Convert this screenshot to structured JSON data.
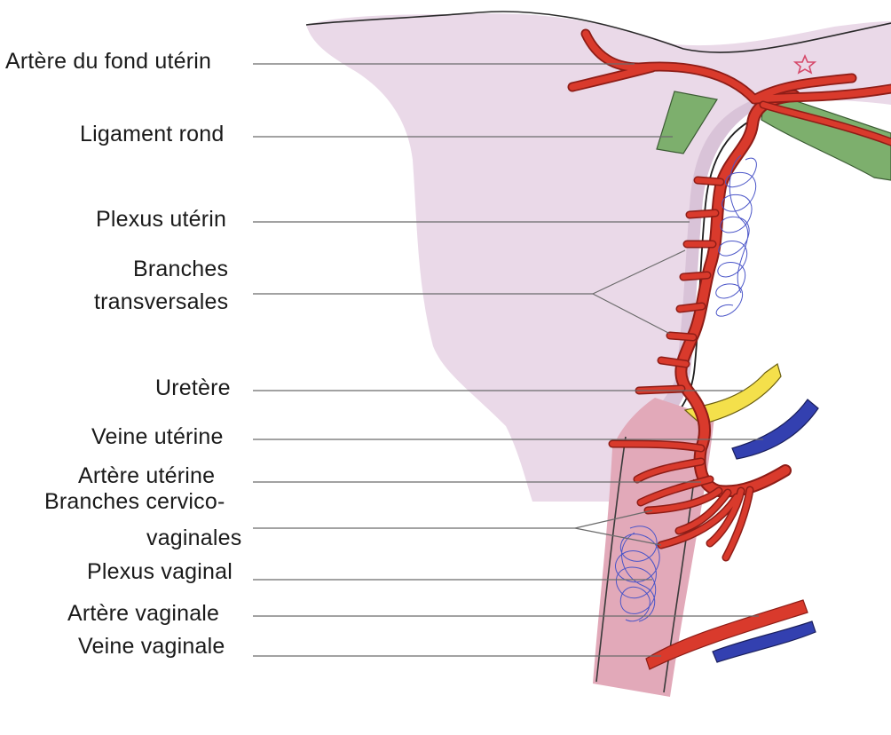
{
  "diagram": {
    "labels": {
      "fundal_artery": "Artère du fond utérin",
      "round_ligament": "Ligament rond",
      "uterine_plexus": "Plexus utérin",
      "transverse_branches_1": "Branches",
      "transverse_branches_2": "transversales",
      "ureter": "Uretère",
      "uterine_vein": "Veine utérine",
      "uterine_artery": "Artère utérine",
      "cervicovaginal_branches_1": "Branches cervico-",
      "cervicovaginal_branches_2": "vaginales",
      "vaginal_plexus": "Plexus vaginal",
      "vaginal_artery": "Artère vaginale",
      "vaginal_vein": "Veine vaginale"
    },
    "colors": {
      "uterus": "#ead9e8",
      "uterus_shadow": "#d9c3d8",
      "vagina": "#e2a9b9",
      "artery": "#d93a2c",
      "artery_dark": "#8e1d17",
      "vein": "#3340b0",
      "ureter": "#f4e04b",
      "ligament": "#7daf6d",
      "plexus": "#4a55c8",
      "leader": "#6b6b6b",
      "star": "#d64a6b"
    }
  }
}
